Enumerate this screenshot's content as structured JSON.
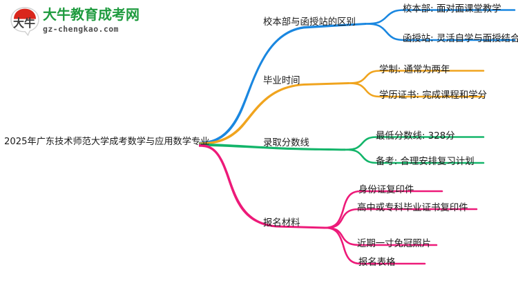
{
  "logo": {
    "mark_text": "大牛",
    "title": "大牛教育成考网",
    "subtitle": "gz-chengkao.com",
    "brand_green": "#1f9b3f",
    "brand_red": "#d9261c"
  },
  "mindmap": {
    "root": {
      "label": "2025年广东技术师范大学成考数学与应用数学专业"
    },
    "branches": [
      {
        "label": "校本部与函授站的区别",
        "color": "#1a87e0",
        "children": [
          {
            "label": "校本部: 面对面课堂教学"
          },
          {
            "label": "函授站: 灵活自学与面授结合"
          }
        ]
      },
      {
        "label": "毕业时间",
        "color": "#f0a41e",
        "children": [
          {
            "label": "学制: 通常为两年"
          },
          {
            "label": "学历证书: 完成课程和学分"
          }
        ]
      },
      {
        "label": "录取分数线",
        "color": "#13b56a",
        "children": [
          {
            "label": "最低分数线: 328分"
          },
          {
            "label": "备考: 合理安排复习计划"
          }
        ]
      },
      {
        "label": "报名材料",
        "color": "#ed1a79",
        "children": [
          {
            "label": "身份证复印件"
          },
          {
            "label": "高中或专科毕业证书复印件"
          },
          {
            "label": "近期一寸免冠照片"
          },
          {
            "label": "报名表格"
          }
        ]
      }
    ]
  }
}
